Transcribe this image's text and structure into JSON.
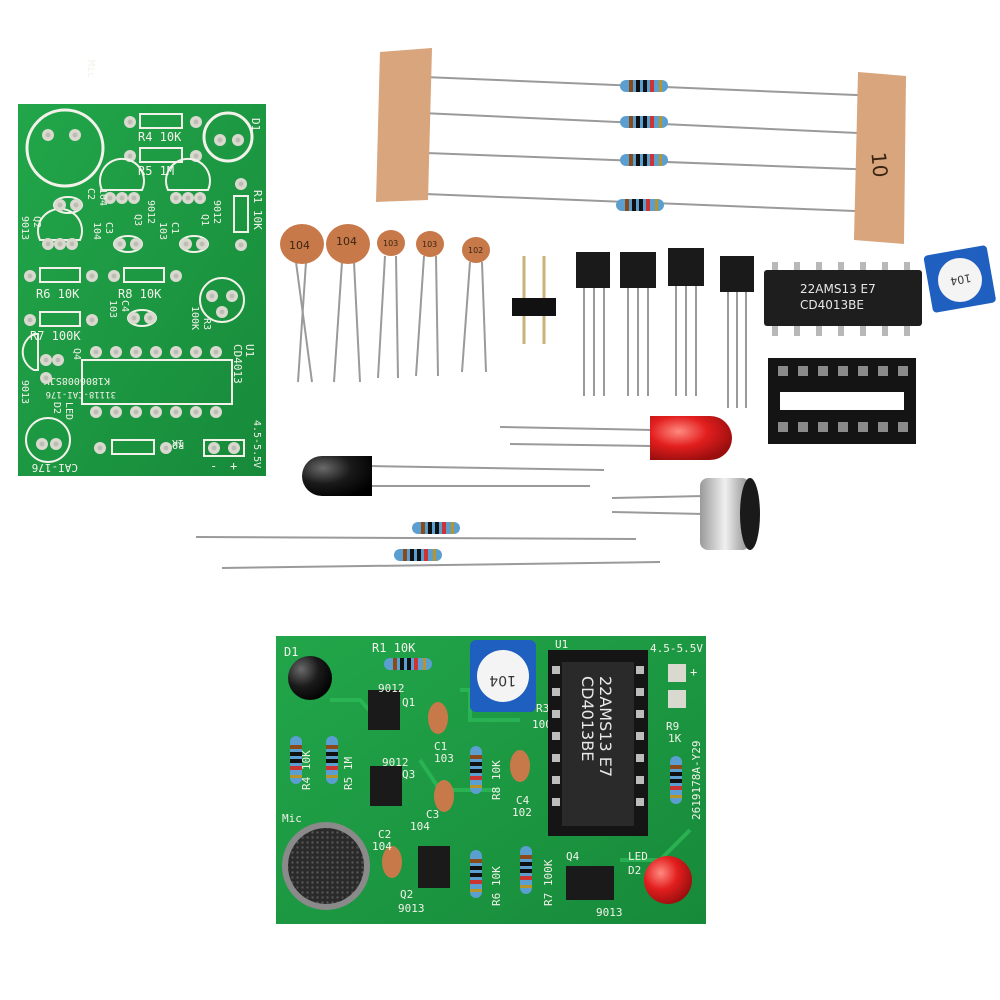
{
  "bare_pcb": {
    "labels": {
      "mic": "Mic",
      "d1": "D1",
      "r4": "R4 10K",
      "r5": "R5 1M",
      "r1": "R1 10K",
      "c2": "C2",
      "c2_value": "104",
      "q3_type": "9012",
      "q3": "Q3",
      "q1_type": "9012",
      "q1": "Q1",
      "q2": "Q2",
      "q2_type": "9013",
      "c3": "C3",
      "c3_value": "104",
      "c1": "C1",
      "c1_value": "103",
      "r6": "R6 10K",
      "r8": "R8 10K",
      "r7": "R7 100K",
      "c4": "C4",
      "c4_value": "103",
      "r3": "R3",
      "r3_value": "100K",
      "u1": "U1",
      "u1_chip": "CD4013",
      "q4": "Q4",
      "q4_type": "9013",
      "led": "LED",
      "d2": "D2",
      "code1": "K1806008SJH",
      "code2": "31118-CAI-176",
      "r9": "R9",
      "r9_value": "1K",
      "voltage": "4.5-5.5V",
      "minus": "-",
      "plus": "+",
      "board_id": "CAI-176"
    }
  },
  "components": {
    "resistor_tape_note": "10",
    "ceramic_caps": [
      "104",
      "104",
      "103",
      "103",
      "102"
    ],
    "ic_marking_line1": "22AMS13 E7",
    "ic_marking_line2": "CD4013BE",
    "trimmer_value": "104"
  },
  "assembled_pcb": {
    "labels": {
      "d1": "D1",
      "r1": "R1 10K",
      "u1": "U1",
      "voltage": "4.5-5.5V",
      "plus": "+",
      "q1_type": "9012",
      "q1": "Q1",
      "r3": "R3",
      "r3_value": "100K",
      "r4": "R4 10K",
      "r5": "R5 1M",
      "q3_type": "9012",
      "q3": "Q3",
      "c1": "C1",
      "c1_value": "103",
      "r8": "R8 10K",
      "c4": "C4",
      "c4_value": "102",
      "c3": "C3",
      "c3_value": "104",
      "mic": "Mic",
      "c2": "C2",
      "c2_value": "104",
      "q2": "Q2",
      "q2_type": "9013",
      "r6": "R6 10K",
      "r7": "R7 100K",
      "q4": "Q4",
      "q4_type": "9013",
      "led": "LED",
      "d2": "D2",
      "r9": "R9",
      "r9_value": "1K",
      "board_code": "2619178A-Y29",
      "ic_marking_line1": "22AMS13 E7",
      "ic_marking_line2": "CD4013BE",
      "trimmer_value": "104"
    }
  },
  "colors": {
    "pcb_green": "#1f9e45",
    "silkscreen": "#f2f2ea",
    "pad_tin": "#d9d9d0",
    "resistor_body": "#5a9fd0",
    "ceramic_cap": "#c8794a",
    "transistor": "#1a1a1a",
    "led_red": "#e21e1e",
    "paper_tape": "#d8a57c"
  }
}
